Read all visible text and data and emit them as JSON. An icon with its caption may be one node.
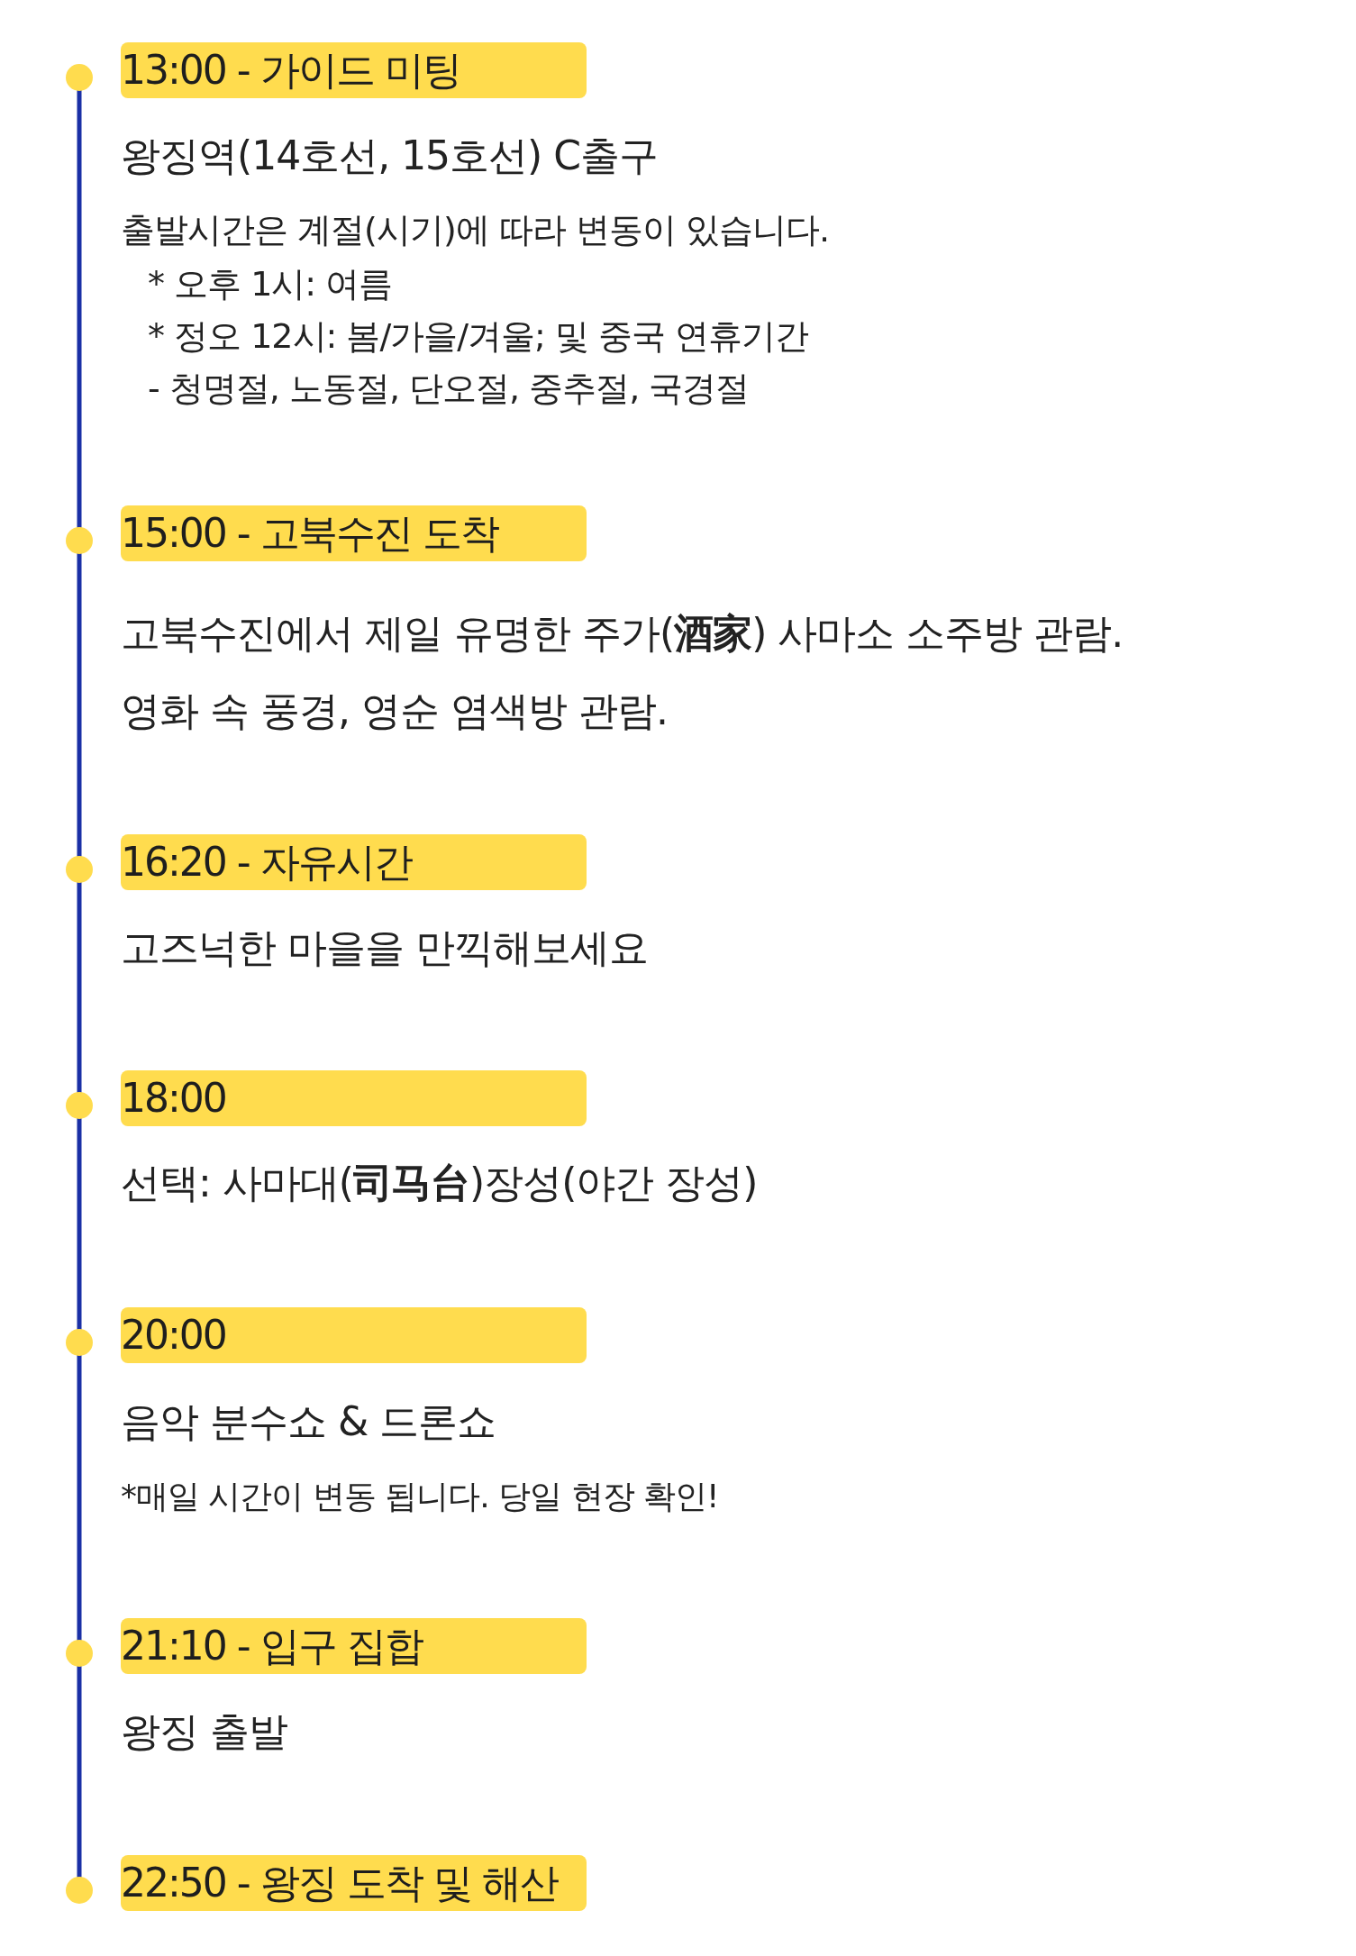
{
  "diagram": {
    "nodes": [
      {
        "text": [
          "13:00 - 가이드 미팅"
        ],
        "beside": [
          "왕징역(14호선, 15호선) C출구",
          "출발시간은 계절(시기)에 따라 변동이 있습니다.",
          "* 오후 1시: 여름",
          "* 정오 12시: 봄/가을/겨울; 및 중국 연휴기간",
          "- 청명절, 노동절, 단오절, 중추절, 국경절"
        ]
      },
      {
        "text": [
          "15:00 - 고북수진 도착"
        ],
        "beside": [
          "고북수진에서 제일 유명한 주가(**酒家**) 사마소 소주방 관람.",
          "영화 속 풍경, 영순 염색방 관람."
        ]
      },
      {
        "text": [
          "16:20 - 자유시간"
        ],
        "beside": [
          "고즈넉한 마을을 만끽해보세요"
        ]
      },
      {
        "text": [
          "18:00"
        ],
        "beside": [
          "선택: 사마대(**司马台**)장성(야간 장성)"
        ]
      },
      {
        "text": [
          "20:00"
        ],
        "beside": [
          "음악 분수쇼 & 드론쇼",
          "*매일 시간이 변동 됩니다. 당일 현장 확인!"
        ]
      },
      {
        "text": [
          "21:10 - 입구 집합"
        ],
        "beside": [
          "왕징 출발"
        ]
      },
      {
        "text": [
          "22:50 - 왕징 도착 및 해산"
        ]
      }
    ]
  }
}
